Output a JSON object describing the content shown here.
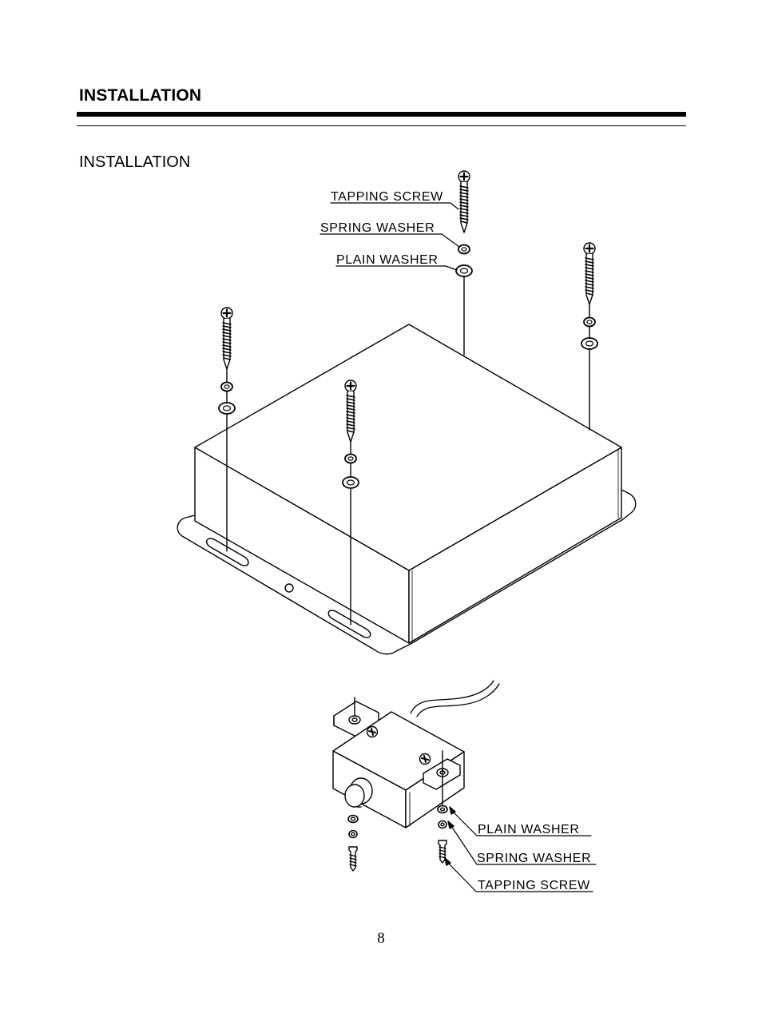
{
  "header": {
    "title": "INSTALLATION"
  },
  "section": {
    "title": "INSTALLATION"
  },
  "labels": {
    "top": {
      "tapping_screw": "TAPPING SCREW",
      "spring_washer": "SPRING WASHER",
      "plain_washer": "PLAIN WASHER"
    },
    "bottom": {
      "plain_washer": "PLAIN WASHER",
      "spring_washer": "SPRING WASHER",
      "tapping_screw": "TAPPING SCREW"
    }
  },
  "footer": {
    "page_number": "8"
  }
}
